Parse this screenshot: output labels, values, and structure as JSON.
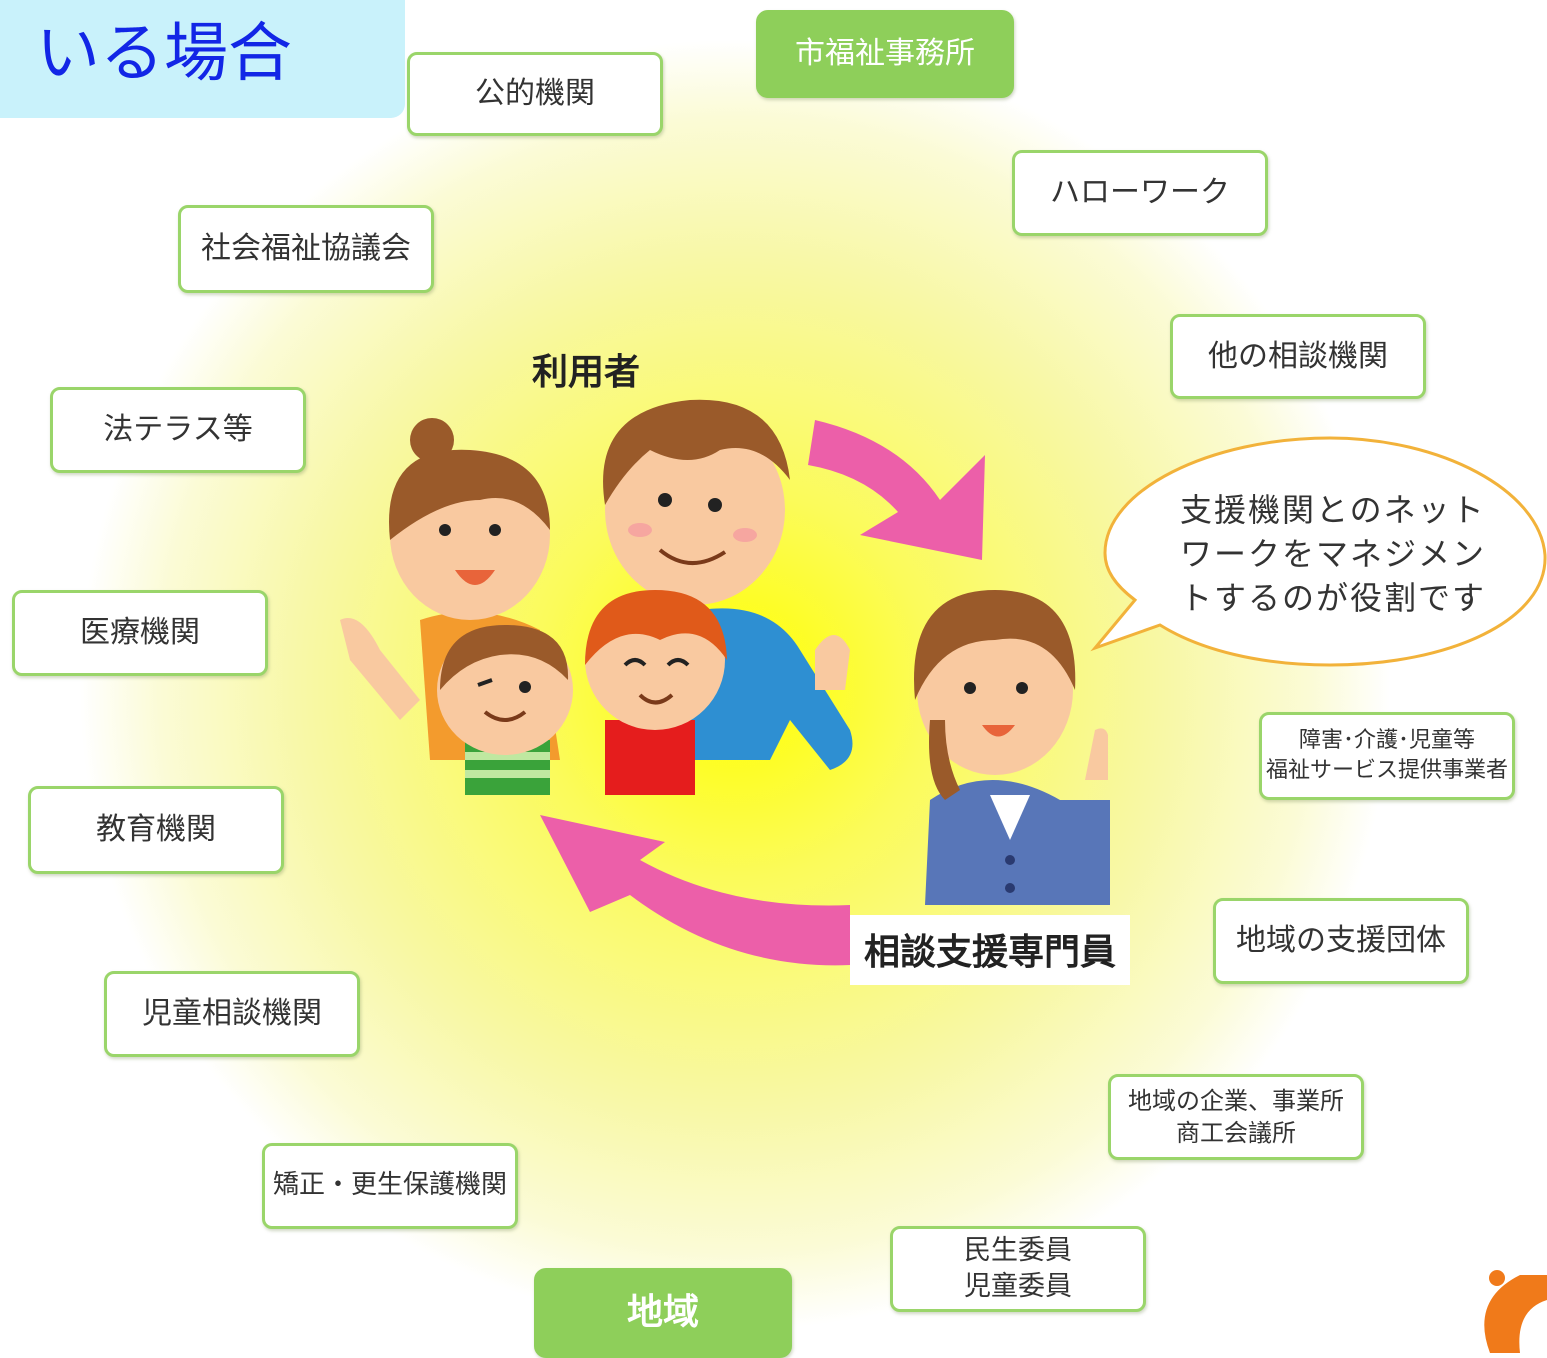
{
  "title": "いる場合",
  "user_label": "利用者",
  "specialist_label": "相談支援専門員",
  "speech_bubble": "支援機関とのネット\nワークをマネジメン\nトするのが役割です",
  "nodes": {
    "city_welfare": "市福祉事務所",
    "public_agencies": "公的機関",
    "hello_work": "ハローワーク",
    "social_welfare_council": "社会福祉協議会",
    "other_consultation": "他の相談機関",
    "legal_terrace": "法テラス等",
    "medical": "医療機関",
    "welfare_providers": "障害･介護･児童等\n福祉サービス提供事業者",
    "education": "教育機関",
    "regional_support": "地域の支援団体",
    "child_consultation": "児童相談機関",
    "local_business": "地域の企業、事業所\n商工会議所",
    "correction": "矯正・更生保護機関",
    "welfare_commissioners": "民生委員\n児童委員",
    "region": "地域"
  },
  "colors": {
    "accent_green": "#8ecf5a",
    "border_green": "#9ad56a",
    "title_bg": "#c9f2fb",
    "title_text": "#1226e6",
    "arrow_pink": "#ec5fa9",
    "bubble_border": "#f2b23a",
    "center_glow": "#ffff00"
  }
}
